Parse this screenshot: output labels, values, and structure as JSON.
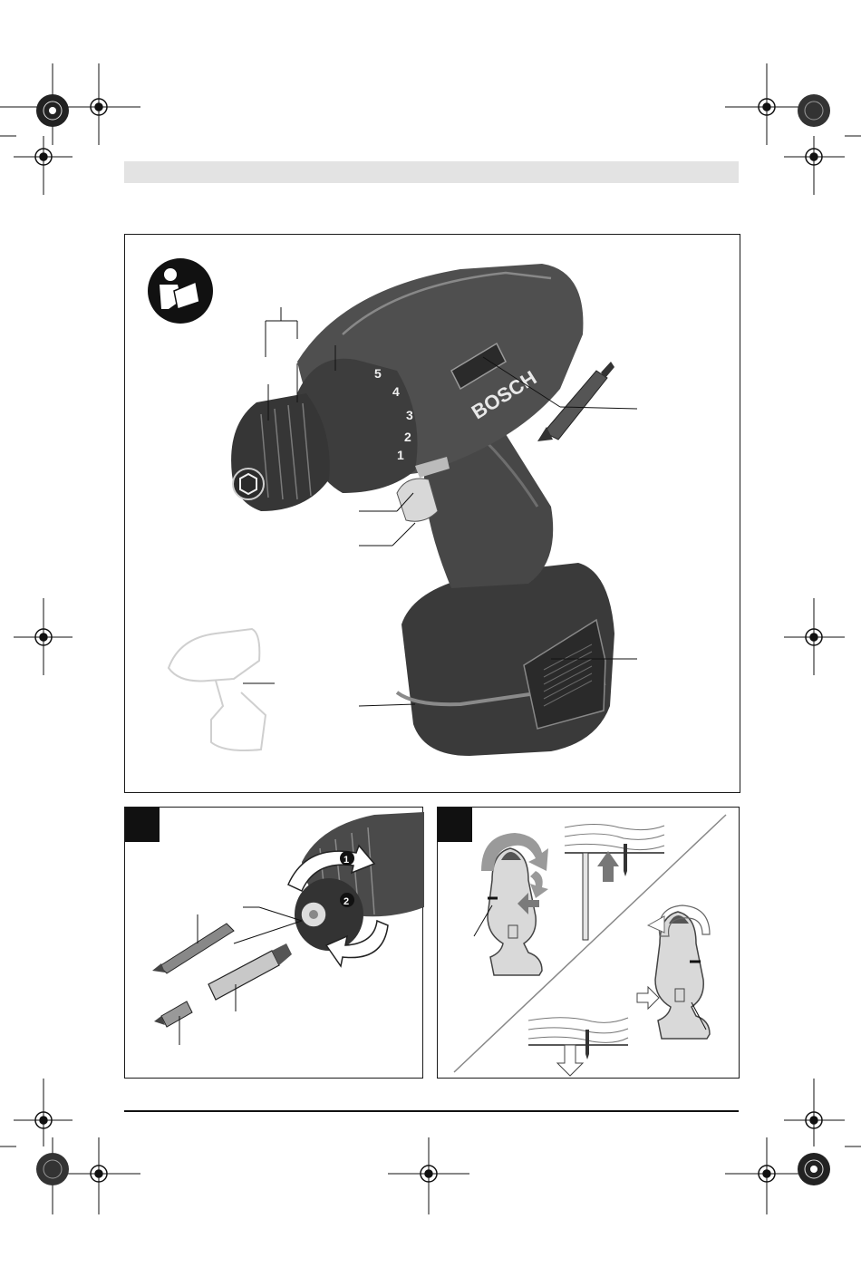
{
  "page": {
    "background": "#ffffff",
    "ink": "#1a1a1a",
    "header_bar_color": "#e3e3e3",
    "tool_body": "#4a4a4a",
    "tool_dark": "#2b2b2b",
    "tool_light": "#7a7a7a"
  },
  "icons": {
    "manual": "read-manual-icon",
    "registration": "registration-mark-icon",
    "color_target": "color-target-icon",
    "rotate": "rotate-arrow-icon",
    "push": "push-arrow-icon"
  },
  "main_figure": {
    "brand": "BOSCH",
    "torque_scale": [
      "1",
      "2",
      "3",
      "4",
      "5"
    ]
  },
  "figure_2": {
    "steps": [
      "1",
      "2"
    ]
  }
}
